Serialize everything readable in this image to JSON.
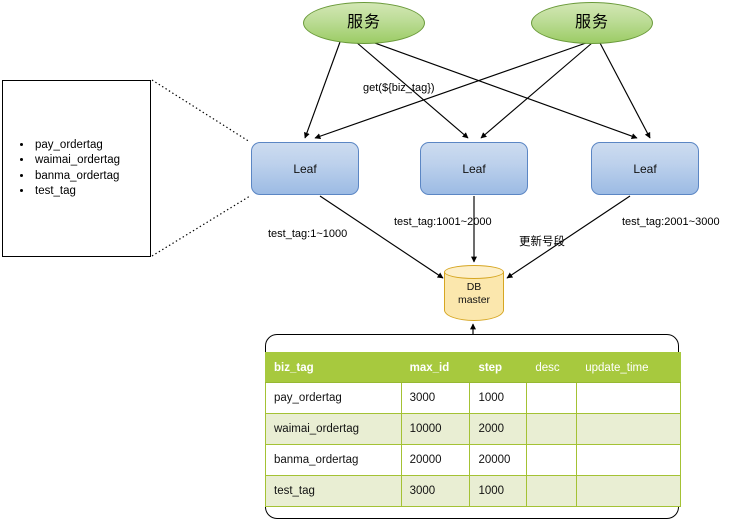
{
  "diagram": {
    "services": [
      {
        "label": "服务",
        "name": "service-node-left"
      },
      {
        "label": "服务",
        "name": "service-node-right"
      }
    ],
    "leaves": [
      {
        "label": "Leaf"
      },
      {
        "label": "Leaf"
      },
      {
        "label": "Leaf"
      }
    ],
    "database": {
      "line1": "DB",
      "line2": "master"
    },
    "edge_labels": {
      "get_call": "get(${biz_tag})",
      "leaf1_range": "test_tag:1~1000",
      "leaf2_range": "test_tag:1001~2000",
      "leaf3_range": "test_tag:2001~3000",
      "update_segment": "更新号段"
    },
    "legend": {
      "items": [
        "pay_ordertag",
        "waimai_ordertag",
        "banma_ordertag",
        "test_tag"
      ]
    }
  },
  "table": {
    "columns": [
      {
        "label": "biz_tag",
        "emphasis": "strong"
      },
      {
        "label": "max_id",
        "emphasis": "strong"
      },
      {
        "label": "step",
        "emphasis": "strong"
      },
      {
        "label": "desc",
        "emphasis": "light"
      },
      {
        "label": "update_time",
        "emphasis": "light"
      }
    ],
    "rows": [
      {
        "biz_tag": "pay_ordertag",
        "max_id": "3000",
        "step": "1000",
        "desc": "",
        "update_time": ""
      },
      {
        "biz_tag": "waimai_ordertag",
        "max_id": "10000",
        "step": "2000",
        "desc": "",
        "update_time": ""
      },
      {
        "biz_tag": "banma_ordertag",
        "max_id": "20000",
        "step": "20000",
        "desc": "",
        "update_time": ""
      },
      {
        "biz_tag": "test_tag",
        "max_id": "3000",
        "step": "1000",
        "desc": "",
        "update_time": ""
      }
    ]
  },
  "colors": {
    "service_fill": "#9ccc65",
    "service_stroke": "#6a9a3a",
    "leaf_fill": "#9cbbe4",
    "leaf_stroke": "#5b86c4",
    "db_fill": "#fbe7ad",
    "db_stroke": "#d6a622",
    "table_header": "#a7c93e",
    "table_row_alt": "#e9eed3",
    "line": "#000000"
  }
}
